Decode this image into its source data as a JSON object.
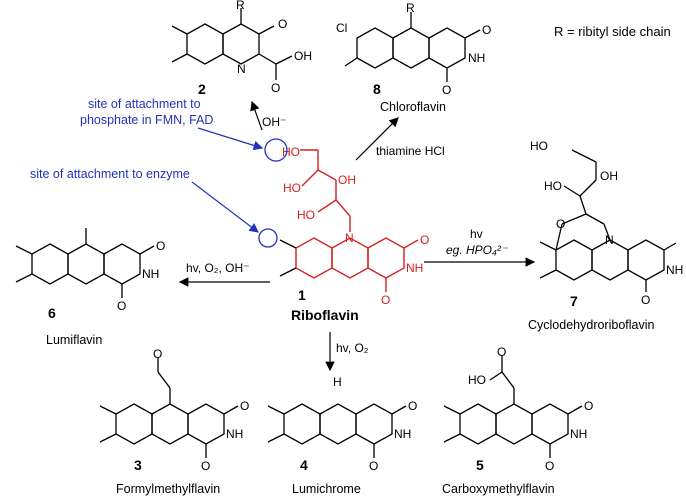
{
  "legend": {
    "r_definition": "R = ribityl side chain"
  },
  "notes": {
    "phosphate_site_line1": "site of attachment to",
    "phosphate_site_line2": "phosphate in FMN, FAD",
    "enzyme_site": "site of attachment to enzyme"
  },
  "main_compound": {
    "number": "1",
    "name": "Riboflavin",
    "highlight_color": "#d62020"
  },
  "compounds": [
    {
      "number": "2",
      "name": ""
    },
    {
      "number": "8",
      "name": "Chloroflavin"
    },
    {
      "number": "6",
      "name": "Lumiflavin"
    },
    {
      "number": "7",
      "name": "Cyclodehydroriboflavin"
    },
    {
      "number": "3",
      "name": "Formylmethylflavin"
    },
    {
      "number": "4",
      "name": "Lumichrome"
    },
    {
      "number": "5",
      "name": "Carboxymethylflavin"
    }
  ],
  "conditions": {
    "to_2": "OH⁻",
    "to_8": "thiamine HCl",
    "to_6": "hv, O₂, OH⁻",
    "to_7_line1": "hv",
    "to_7_line2": "eg. HPO₄²⁻",
    "to_4": "hv, O₂"
  },
  "atom_labels": {
    "N": "N",
    "NH": "NH",
    "H": "H",
    "O": "O",
    "OH": "OH",
    "HO": "HO",
    "R": "R",
    "Cl": "Cl",
    "HOOC": "HO"
  },
  "colors": {
    "note": "#2233bb",
    "main": "#d62020",
    "ink": "#000000"
  }
}
